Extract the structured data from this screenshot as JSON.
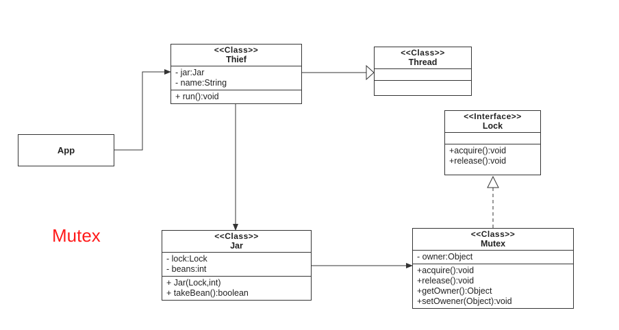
{
  "diagram": {
    "title": "Mutex",
    "app": {
      "name": "App"
    },
    "thief": {
      "stereotype": "<<Class>>",
      "name": "Thief",
      "attributes": [
        "- jar:Jar",
        "- name:String"
      ],
      "methods": [
        "+ run():void"
      ]
    },
    "thread": {
      "stereotype": "<<Class>>",
      "name": "Thread"
    },
    "lock": {
      "stereotype": "<<Interface>>",
      "name": "Lock",
      "methods": [
        "+acquire():void",
        "+release():void"
      ]
    },
    "jar": {
      "stereotype": "<<Class>>",
      "name": "Jar",
      "attributes": [
        "- lock:Lock",
        "- beans:int"
      ],
      "methods": [
        "+ Jar(Lock,int)",
        "+ takeBean():boolean"
      ]
    },
    "mutex": {
      "stereotype": "<<Class>>",
      "name": "Mutex",
      "attributes": [
        "- owner:Object"
      ],
      "methods": [
        "+acquire():void",
        "+release():void",
        "+getOwner():Object",
        "+setOwener(Object):void"
      ]
    }
  }
}
